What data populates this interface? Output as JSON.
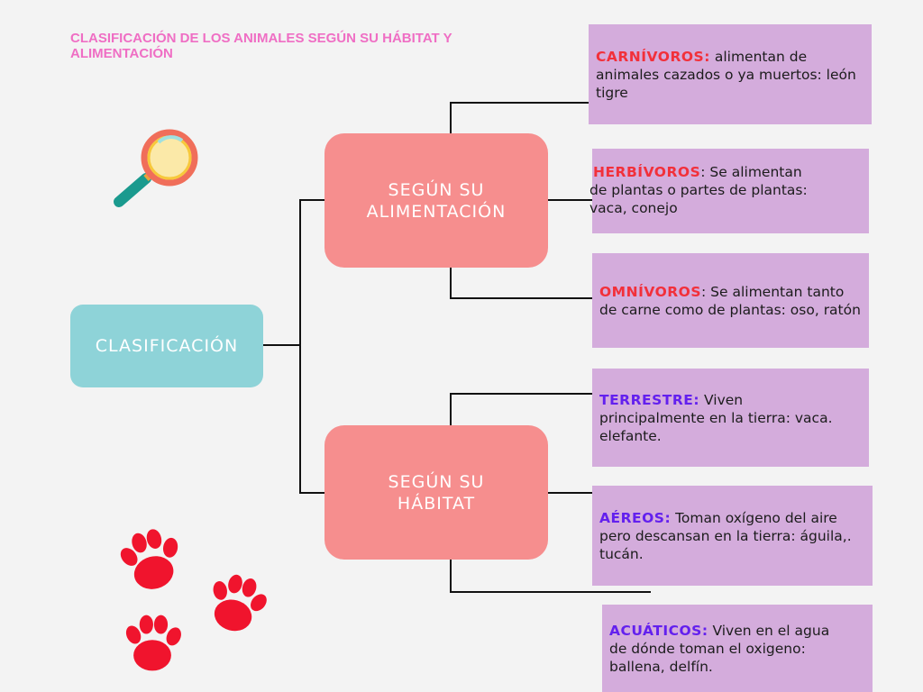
{
  "title": "CLASIFICACIÓN DE LOS ANIMALES SEGÚN SU HÁBITAT Y ALIMENTACIÓN",
  "root": "CLASIFICACIÓN",
  "branches": {
    "food": "SEGÚN SU ALIMENTACIÓN",
    "habitat": "SEGÚN SU HÁBITAT"
  },
  "leaves": [
    {
      "term": "CARNÍVOROS:",
      "text": " alimentan  de animales cazados o ya muertos: león tigre"
    },
    {
      "term": "HERBÍVOROS",
      "text": ": Se alimentan de plantas o partes de plantas: vaca, conejo"
    },
    {
      "term": "OMNÍVOROS",
      "text": ": Se alimentan tanto de carne como de plantas: oso, ratón"
    },
    {
      "term": "TERRESTRE:",
      "text": " Viven principalmente en la tierra: vaca. elefante."
    },
    {
      "term": "AÉREOS:",
      "text": " Toman oxígeno del aire pero descansan en la tierra: águila,. tucán."
    },
    {
      "term": "ACUÁTICOS:",
      "text": "  Viven en el agua de dónde toman el oxigeno: ballena, delfín."
    }
  ],
  "colors": {
    "food_term": "#f2303a",
    "habitat_term": "#6320ee",
    "leaf_bg": "#d4acdc",
    "branch_bg": "#f68e8e",
    "root_bg": "#8ed3d8",
    "paw": "#f0142d"
  }
}
